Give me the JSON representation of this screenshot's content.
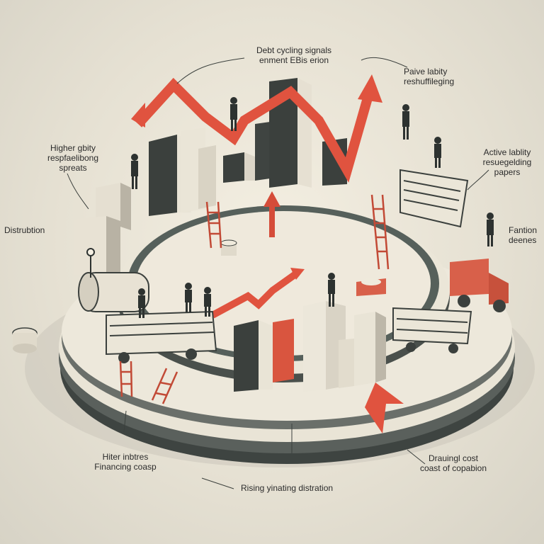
{
  "labels": {
    "top_center_line1": "Debt cycling signals",
    "top_center_line2": "enment EBis erion",
    "top_right_line1": "Paive labity",
    "top_right_line2": "reshuffileging",
    "left_upper_line1": "Higher gbity",
    "left_upper_line2": "respfaelibong",
    "left_upper_line3": "spreats",
    "right_upper_line1": "Active lablity",
    "right_upper_line2": "resuegelding",
    "right_upper_line3": "papers",
    "left_mid": "Distrubtion",
    "right_mid_line1": "Fantion",
    "right_mid_line2": "deenes",
    "bottom_left_line1": "Hiter inbtres",
    "bottom_left_line2": "Financing coasp",
    "bottom_center": "Rising yinating distration",
    "bottom_right_line1": "Drauingl cost",
    "bottom_right_line2": "coast of copabion"
  },
  "colors": {
    "accent_red": "#e0533f",
    "platform_dark": "#4e5450",
    "platform_light": "#ece7da",
    "ink": "#2a2a2a",
    "paper": "#ebe6d8",
    "truck_red": "#d8604a"
  }
}
